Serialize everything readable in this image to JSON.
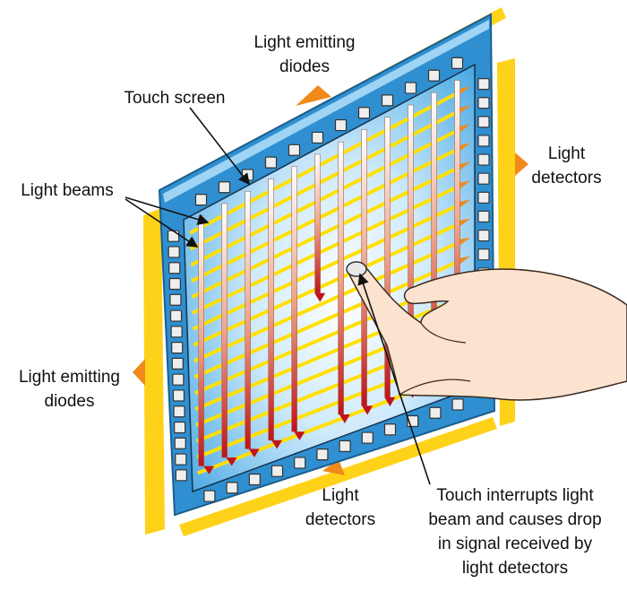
{
  "labels": {
    "top_leds": [
      "Light emitting",
      "diodes"
    ],
    "touch_screen": "Touch screen",
    "light_beams": "Light beams",
    "right_detectors": [
      "Light",
      "detectors"
    ],
    "left_leds": [
      "Light emitting",
      "diodes"
    ],
    "bottom_detectors": [
      "Light",
      "detectors"
    ],
    "touch_note": [
      "Touch interrupts light",
      "beam and causes drop",
      "in signal received by",
      "light detectors"
    ]
  },
  "colors": {
    "frame": "#2f8fd0",
    "screen": "#7cc6ef",
    "glow": "#ffd21a",
    "arrow": "#f08a1c",
    "beam_red": "#c0131b"
  },
  "beams": {
    "vertical_count": 12,
    "horizontal_count": 16,
    "interrupted_column": 5
  }
}
